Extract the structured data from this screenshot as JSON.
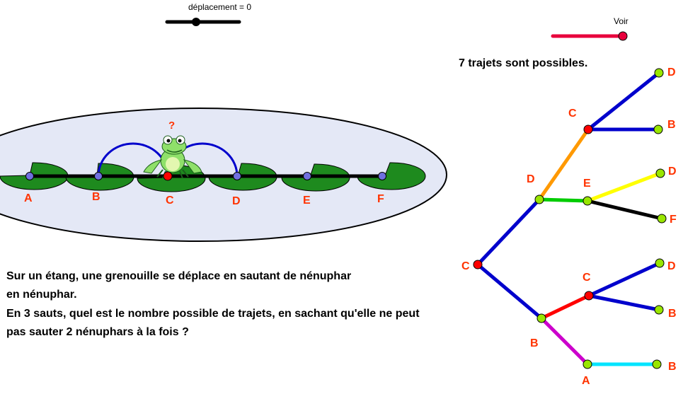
{
  "slider": {
    "label": "déplacement = 0",
    "value": 0
  },
  "toggle": {
    "label": "Voir",
    "color": "#e8003c"
  },
  "result_text": "7 trajets sont possibles.",
  "question_mark": "?",
  "problem": {
    "line1": "Sur un étang, une grenouille se déplace en sautant de nénuphar",
    "line2": "en nénuphar.",
    "line3": "En 3 sauts, quel est le nombre possible de trajets, en sachant qu'elle ne peut",
    "line4": "pas sauter 2 nénuphars à la fois ?"
  },
  "colors": {
    "label": "#ff3300",
    "pond_fill": "#e4e8f6",
    "lily_fill": "#1e8a1e",
    "arc": "#0000cc",
    "point_blue": "#7070e0",
    "point_red": "#ff0000",
    "point_green": "#99e600"
  },
  "pads": [
    {
      "id": "pad-a",
      "label": "A"
    },
    {
      "id": "pad-b",
      "label": "B"
    },
    {
      "id": "pad-c",
      "label": "C"
    },
    {
      "id": "pad-d",
      "label": "D"
    },
    {
      "id": "pad-e",
      "label": "E"
    },
    {
      "id": "pad-f",
      "label": "F"
    }
  ],
  "tree": {
    "root": "C",
    "level1": [
      "D",
      "B"
    ],
    "level2": [
      "C",
      "E",
      "C",
      "A"
    ],
    "leaves": [
      "D",
      "B",
      "D",
      "F",
      "D",
      "B",
      "B"
    ],
    "edge_colors": {
      "root_to_level1": "#0000cc",
      "d_to_c": "#ff9900",
      "d_to_e": "#00cc00",
      "b_to_c": "#ff0000",
      "b_to_a": "#cc00cc",
      "leaf_blue": "#0000cc",
      "e_to_d": "#ffff00",
      "e_to_f": "#000000",
      "a_to_b": "#00e5ff"
    }
  }
}
